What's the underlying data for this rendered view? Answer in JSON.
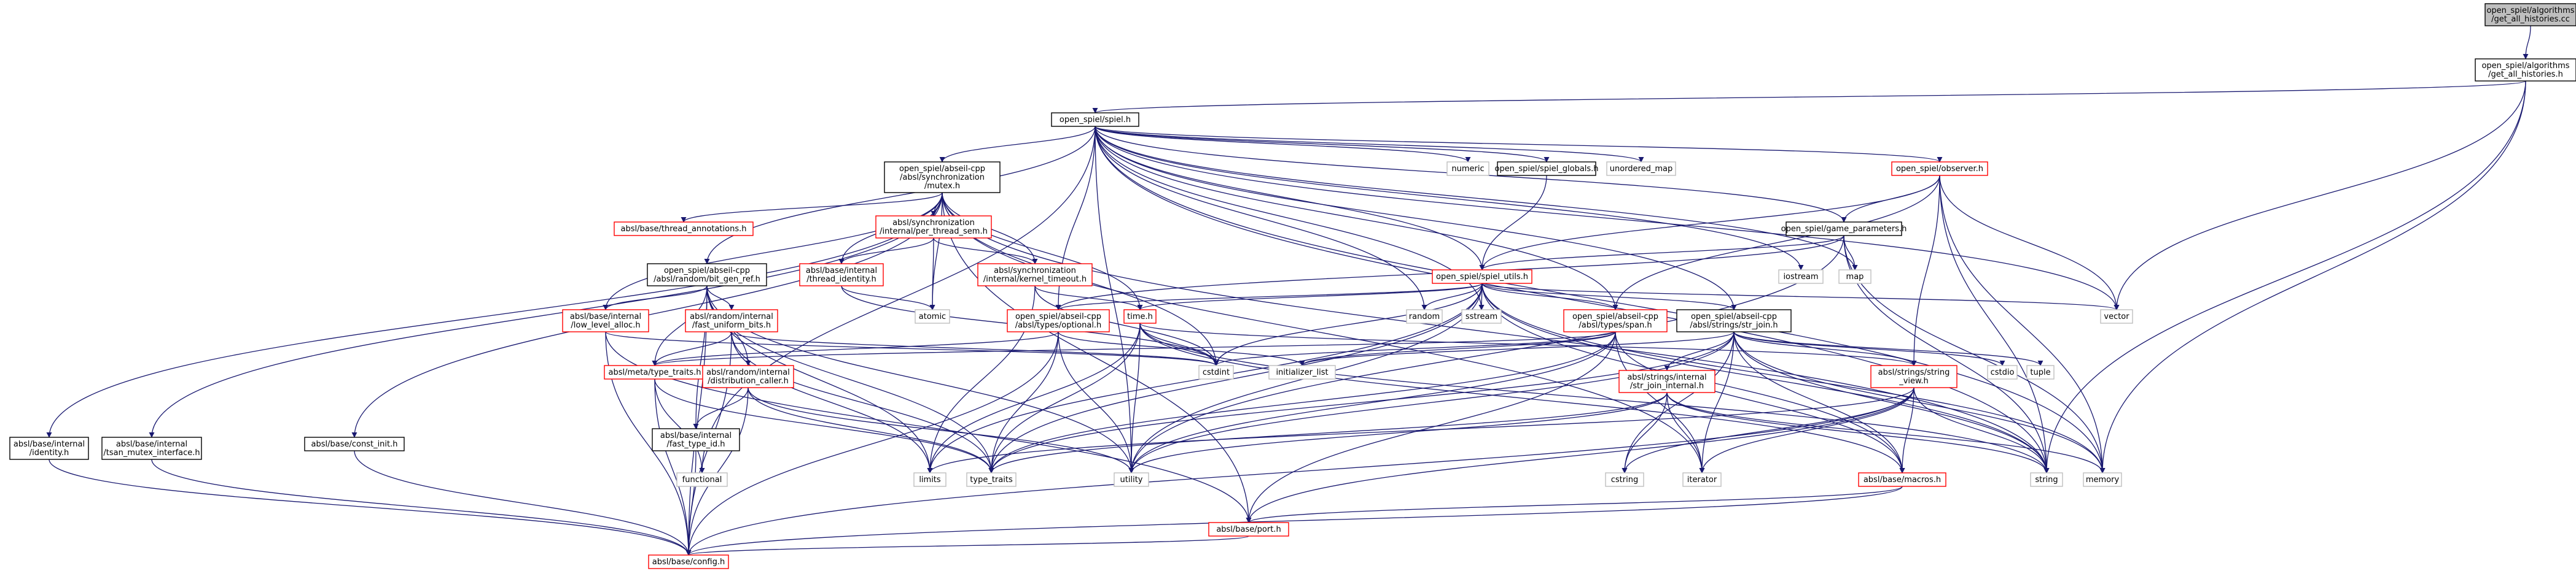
{
  "colors": {
    "root_fill": "#bfbfbf",
    "root_stroke": "#000000",
    "normal_stroke": "#000000",
    "missing_stroke": "#bfbfbf",
    "red_stroke": "#ff0000",
    "fill": "#ffffff",
    "edge": "#191970"
  },
  "nodes": [
    {
      "id": "root",
      "lines": [
        "open_spiel/algorithms",
        "/get_all_histories.cc"
      ],
      "kind": "root"
    },
    {
      "id": "gah",
      "lines": [
        "open_spiel/algorithms",
        "/get_all_histories.h"
      ],
      "kind": "normal"
    },
    {
      "id": "spiel",
      "lines": [
        "open_spiel/spiel.h"
      ],
      "kind": "normal"
    },
    {
      "id": "mutex",
      "lines": [
        "open_spiel/abseil-cpp",
        "/absl/synchronization",
        "/mutex.h"
      ],
      "kind": "normal"
    },
    {
      "id": "numeric",
      "lines": [
        "numeric"
      ],
      "kind": "missing"
    },
    {
      "id": "globals",
      "lines": [
        "open_spiel/spiel_globals.h"
      ],
      "kind": "normal"
    },
    {
      "id": "umap",
      "lines": [
        "unordered_map"
      ],
      "kind": "missing"
    },
    {
      "id": "observer",
      "lines": [
        "open_spiel/observer.h"
      ],
      "kind": "red"
    },
    {
      "id": "gparams",
      "lines": [
        "open_spiel/game_parameters.h"
      ],
      "kind": "normal"
    },
    {
      "id": "iostream",
      "lines": [
        "iostream"
      ],
      "kind": "missing"
    },
    {
      "id": "map",
      "lines": [
        "map"
      ],
      "kind": "missing"
    },
    {
      "id": "thread_ann",
      "lines": [
        "absl/base/thread_annotations.h"
      ],
      "kind": "red"
    },
    {
      "id": "per_thread",
      "lines": [
        "absl/synchronization",
        "/internal/per_thread_sem.h"
      ],
      "kind": "red"
    },
    {
      "id": "thread_id",
      "lines": [
        "absl/base/internal",
        "/thread_identity.h"
      ],
      "kind": "red"
    },
    {
      "id": "kernel_to",
      "lines": [
        "absl/synchronization",
        "/internal/kernel_timeout.h"
      ],
      "kind": "red"
    },
    {
      "id": "atomic",
      "lines": [
        "atomic"
      ],
      "kind": "missing"
    },
    {
      "id": "bitgen",
      "lines": [
        "open_spiel/abseil-cpp",
        "/absl/random/bit_gen_ref.h"
      ],
      "kind": "normal"
    },
    {
      "id": "lowlevel",
      "lines": [
        "absl/base/internal",
        "/low_level_alloc.h"
      ],
      "kind": "red"
    },
    {
      "id": "fastunif",
      "lines": [
        "absl/random/internal",
        "/fast_uniform_bits.h"
      ],
      "kind": "red"
    },
    {
      "id": "spiel_utils",
      "lines": [
        "open_spiel/spiel_utils.h"
      ],
      "kind": "red"
    },
    {
      "id": "random",
      "lines": [
        "random"
      ],
      "kind": "missing"
    },
    {
      "id": "sstream",
      "lines": [
        "sstream"
      ],
      "kind": "missing"
    },
    {
      "id": "optional",
      "lines": [
        "open_spiel/abseil-cpp",
        "/absl/types/optional.h"
      ],
      "kind": "red"
    },
    {
      "id": "time",
      "lines": [
        "time.h"
      ],
      "kind": "red"
    },
    {
      "id": "span",
      "lines": [
        "open_spiel/abseil-cpp",
        "/absl/types/span.h"
      ],
      "kind": "red"
    },
    {
      "id": "strjoin",
      "lines": [
        "open_spiel/abseil-cpp",
        "/absl/strings/str_join.h"
      ],
      "kind": "normal"
    },
    {
      "id": "vector",
      "lines": [
        "vector"
      ],
      "kind": "missing"
    },
    {
      "id": "typetraits_meta",
      "lines": [
        "absl/meta/type_traits.h"
      ],
      "kind": "red"
    },
    {
      "id": "distcaller",
      "lines": [
        "absl/random/internal",
        "/distribution_caller.h"
      ],
      "kind": "red"
    },
    {
      "id": "cstdint",
      "lines": [
        "cstdint"
      ],
      "kind": "missing"
    },
    {
      "id": "init_list",
      "lines": [
        "initializer_list"
      ],
      "kind": "missing"
    },
    {
      "id": "strjoin_int",
      "lines": [
        "absl/strings/internal",
        "/str_join_internal.h"
      ],
      "kind": "red"
    },
    {
      "id": "string_view",
      "lines": [
        "absl/strings/string",
        "_view.h"
      ],
      "kind": "red"
    },
    {
      "id": "cstdio",
      "lines": [
        "cstdio"
      ],
      "kind": "missing"
    },
    {
      "id": "tuple",
      "lines": [
        "tuple"
      ],
      "kind": "missing"
    },
    {
      "id": "identity",
      "lines": [
        "absl/base/internal",
        "/identity.h"
      ],
      "kind": "normal"
    },
    {
      "id": "tsan",
      "lines": [
        "absl/base/internal",
        "/tsan_mutex_interface.h"
      ],
      "kind": "normal"
    },
    {
      "id": "const_init",
      "lines": [
        "absl/base/const_init.h"
      ],
      "kind": "normal"
    },
    {
      "id": "fasttypeid",
      "lines": [
        "absl/base/internal",
        "/fast_type_id.h"
      ],
      "kind": "normal"
    },
    {
      "id": "functional",
      "lines": [
        "functional"
      ],
      "kind": "missing"
    },
    {
      "id": "limits",
      "lines": [
        "limits"
      ],
      "kind": "missing"
    },
    {
      "id": "type_traits",
      "lines": [
        "type_traits"
      ],
      "kind": "missing"
    },
    {
      "id": "utility",
      "lines": [
        "utility"
      ],
      "kind": "missing"
    },
    {
      "id": "cstring",
      "lines": [
        "cstring"
      ],
      "kind": "missing"
    },
    {
      "id": "iterator",
      "lines": [
        "iterator"
      ],
      "kind": "missing"
    },
    {
      "id": "macros",
      "lines": [
        "absl/base/macros.h"
      ],
      "kind": "red"
    },
    {
      "id": "port",
      "lines": [
        "absl/base/port.h"
      ],
      "kind": "red"
    },
    {
      "id": "config",
      "lines": [
        "absl/base/config.h"
      ],
      "kind": "red"
    },
    {
      "id": "string",
      "lines": [
        "string"
      ],
      "kind": "missing"
    },
    {
      "id": "memory",
      "lines": [
        "memory"
      ],
      "kind": "missing"
    }
  ]
}
